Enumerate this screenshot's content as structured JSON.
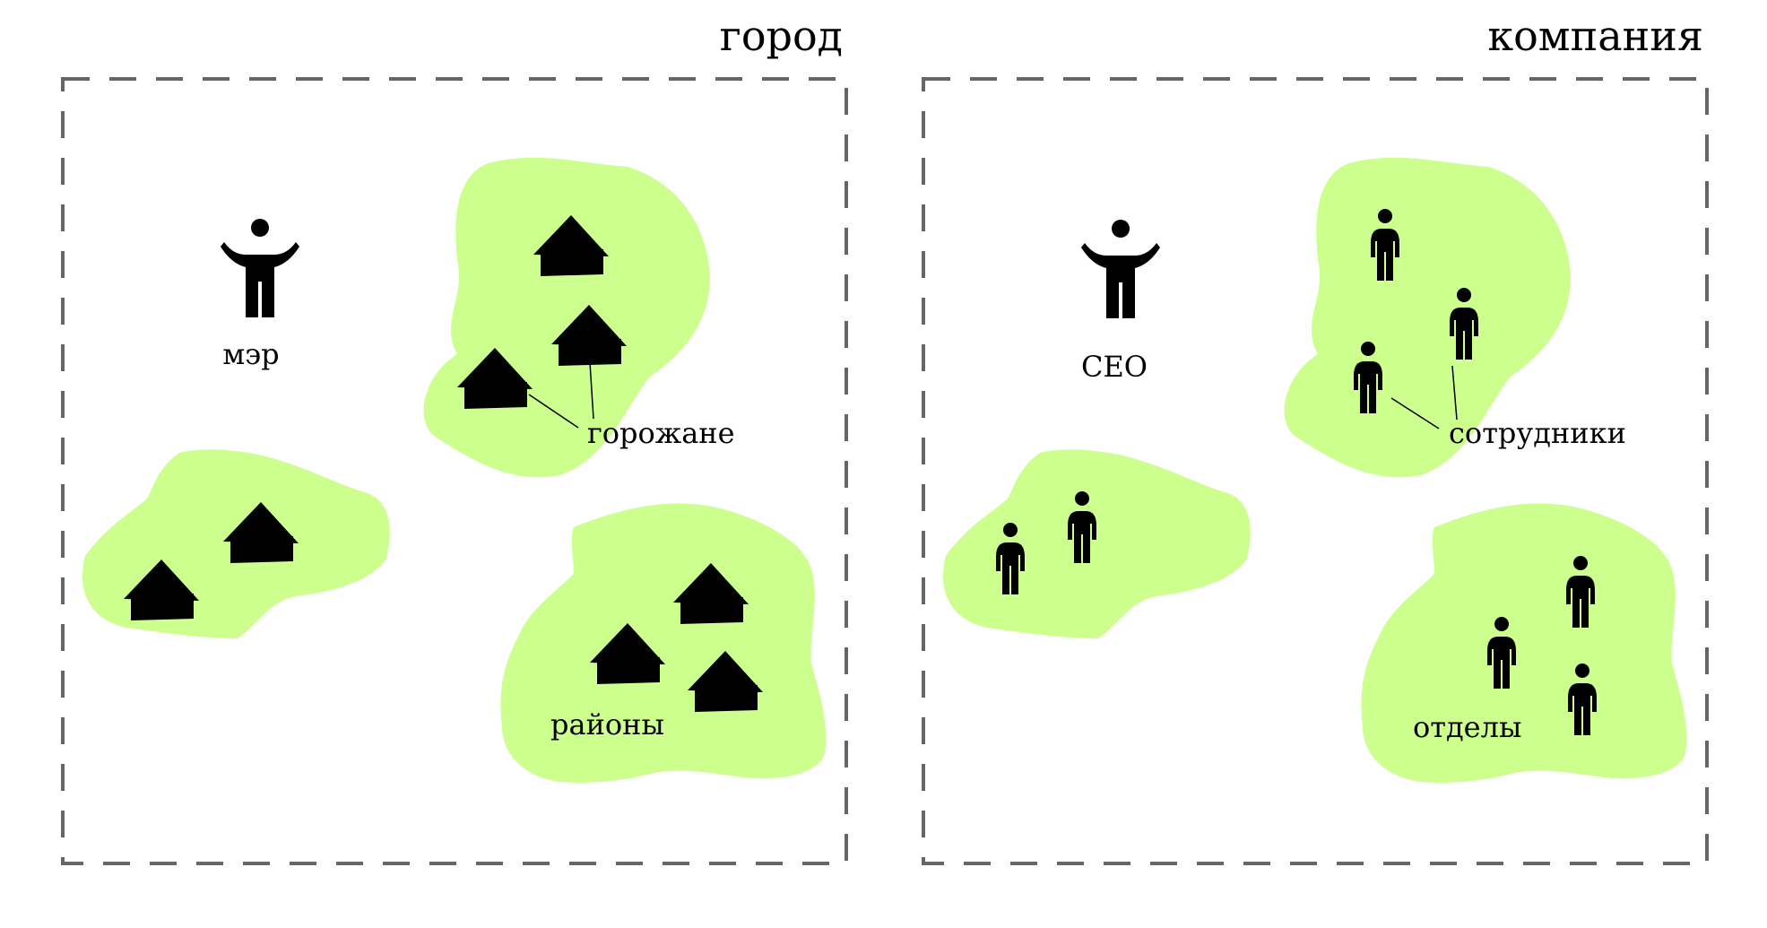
{
  "colors": {
    "blob": "#ccff8e",
    "frame": "#666666",
    "ink": "#000000"
  },
  "city": {
    "title": "город",
    "leader_label": "мэр",
    "leader_icon": "person-icon",
    "member_icon": "house-icon",
    "members_label": "горожане",
    "groups_label": "районы"
  },
  "company": {
    "title": "компания",
    "leader_label": "CEO",
    "member_icon": "person-icon",
    "members_label": "сотрудники",
    "groups_label": "отделы"
  }
}
